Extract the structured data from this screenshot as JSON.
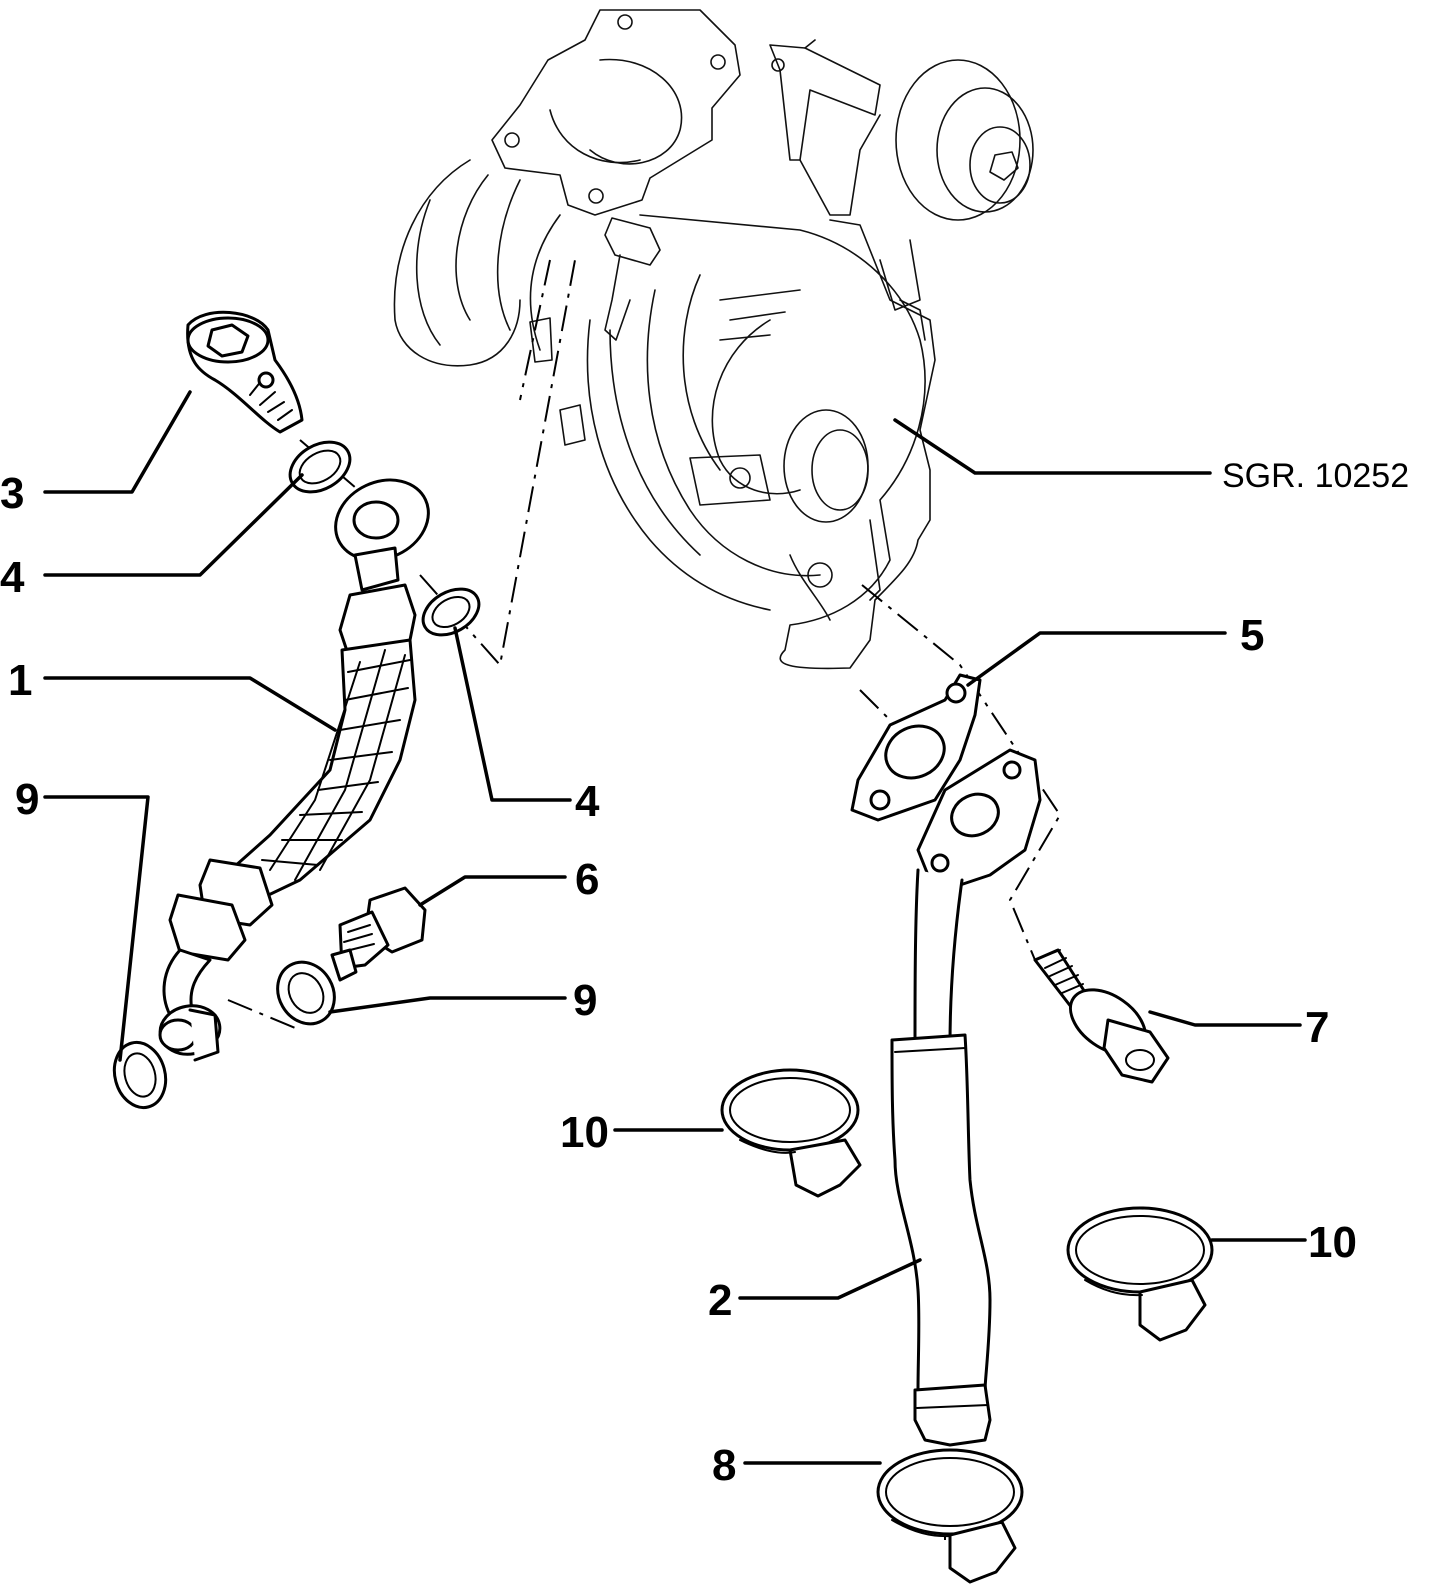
{
  "diagram": {
    "reference_code": "SGR. 10252",
    "callouts": [
      {
        "id": "c3",
        "label": "3"
      },
      {
        "id": "c4a",
        "label": "4"
      },
      {
        "id": "c1",
        "label": "1"
      },
      {
        "id": "c9a",
        "label": "9"
      },
      {
        "id": "c4b",
        "label": "4"
      },
      {
        "id": "c6",
        "label": "6"
      },
      {
        "id": "c9b",
        "label": "9"
      },
      {
        "id": "c5",
        "label": "5"
      },
      {
        "id": "c7",
        "label": "7"
      },
      {
        "id": "c10a",
        "label": "10"
      },
      {
        "id": "c10b",
        "label": "10"
      },
      {
        "id": "c2",
        "label": "2"
      },
      {
        "id": "c8",
        "label": "8"
      }
    ]
  }
}
